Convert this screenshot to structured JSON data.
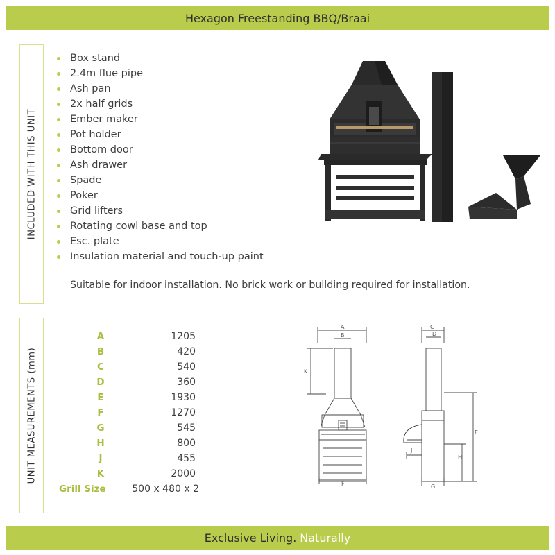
{
  "header": {
    "title": "Hexagon Freestanding BBQ/Braai"
  },
  "included": {
    "heading": "INCLUDED WITH THIS UNIT",
    "items": [
      "Box stand",
      "2.4m flue pipe",
      "Ash pan",
      "2x half grids",
      "Ember maker",
      "Pot holder",
      "Bottom door",
      "Ash drawer",
      "Spade",
      "Poker",
      "Grid lifters",
      "Rotating cowl base and top",
      "Esc. plate",
      "Insulation material and touch-up paint"
    ],
    "note": "Suitable for indoor installation. No brick work or building required for installation."
  },
  "measurements": {
    "heading": "UNIT MEASUREMENTS (mm)",
    "rows": [
      {
        "key": "A",
        "value": "1205"
      },
      {
        "key": "B",
        "value": "420"
      },
      {
        "key": "C",
        "value": "540"
      },
      {
        "key": "D",
        "value": "360"
      },
      {
        "key": "E",
        "value": "1930"
      },
      {
        "key": "F",
        "value": "1270"
      },
      {
        "key": "G",
        "value": "545"
      },
      {
        "key": "H",
        "value": "800"
      },
      {
        "key": "J",
        "value": "455"
      },
      {
        "key": "K",
        "value": "2000"
      }
    ],
    "grill_label": "Grill Size",
    "grill_value": "500 x 480 x 2"
  },
  "diagram_labels": {
    "A": "A",
    "B": "B",
    "C": "C",
    "D": "D",
    "E": "E",
    "F": "F",
    "G": "G",
    "H": "H",
    "J": "J",
    "K": "K"
  },
  "footer": {
    "text": "Exclusive Living.",
    "accent": "Naturally"
  },
  "colors": {
    "accent": "#b9cc4c",
    "text": "#3d3d3d",
    "product": "#2b2b2b"
  }
}
